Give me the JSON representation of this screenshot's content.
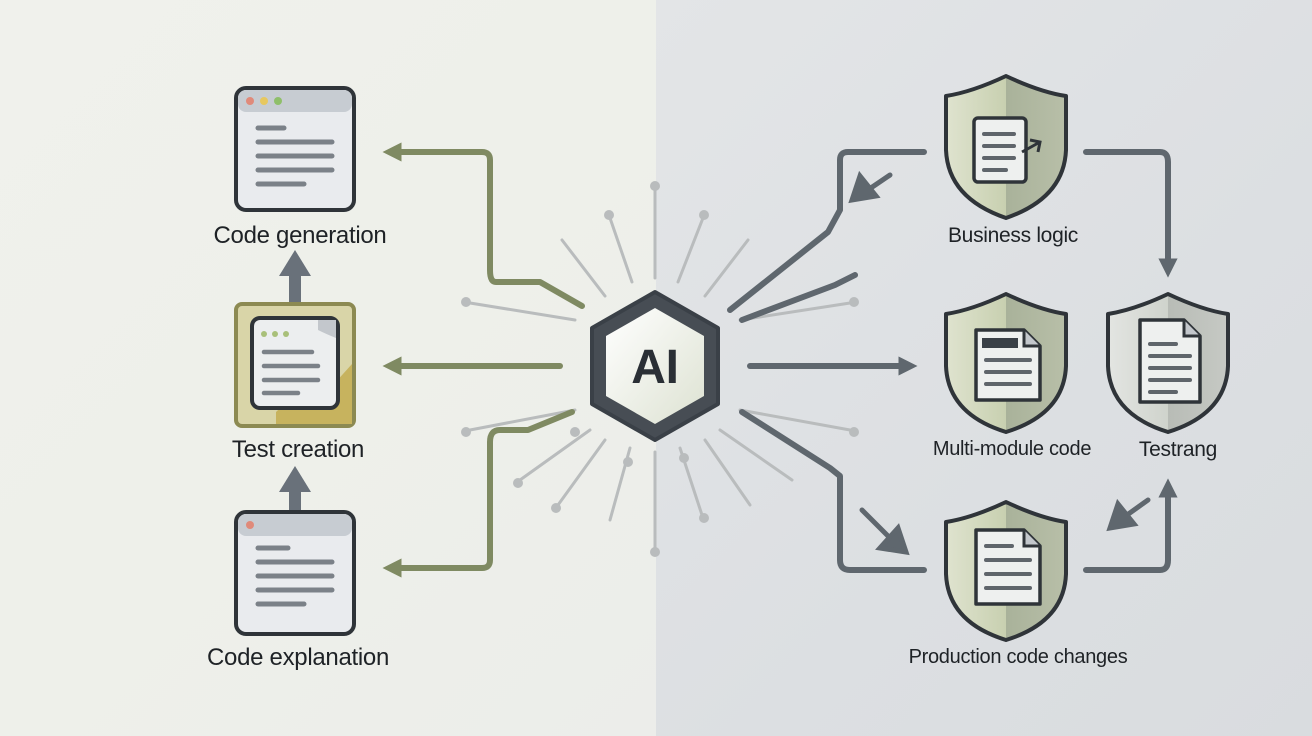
{
  "hub": {
    "text": "AI"
  },
  "left_nodes": {
    "code_generation": "Code generation",
    "test_creation": "Test creation",
    "code_explanation": "Code explanation"
  },
  "right_nodes": {
    "business_logic": "Business logic",
    "multi_module_code": "Multi-module code",
    "testrang": "Testrang",
    "production_code_changes": "Production code changes"
  },
  "colors": {
    "left_arrow": "#7f8a62",
    "right_arrow": "#5f676e",
    "hub_border": "#3a4047",
    "shield_fill": "#c9d0b4",
    "test_panel": "#c8c08a"
  }
}
